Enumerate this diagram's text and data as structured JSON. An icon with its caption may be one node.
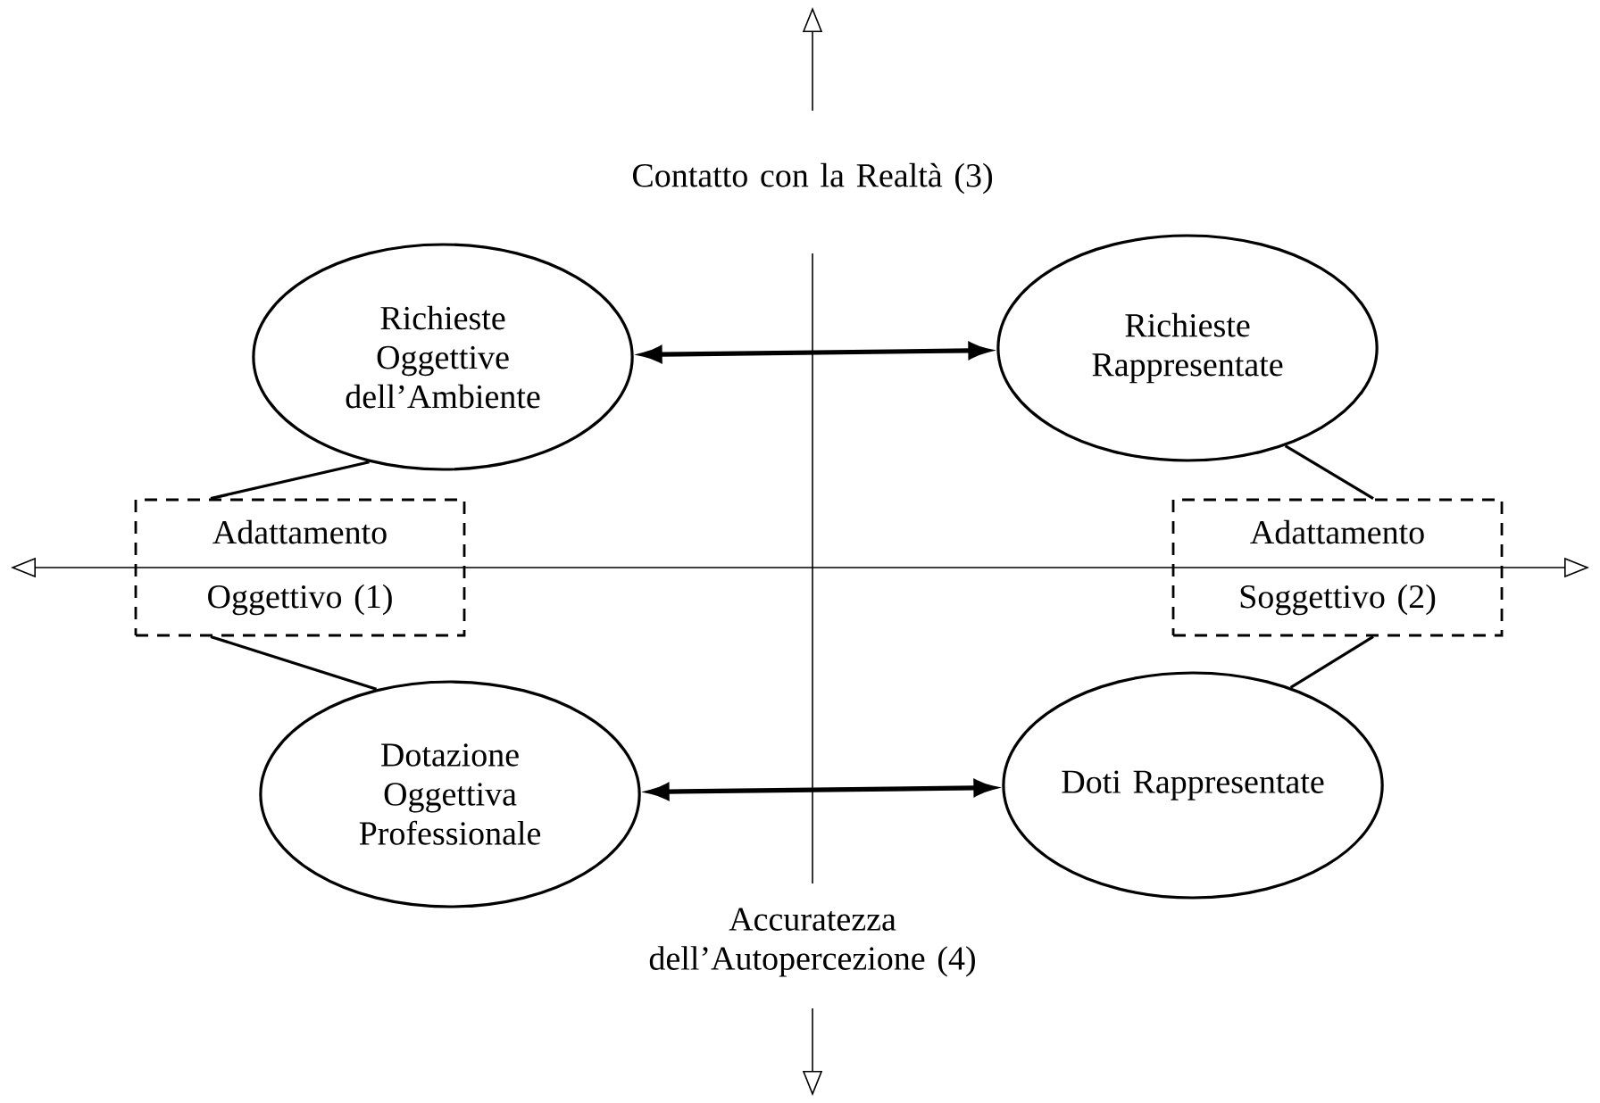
{
  "diagram": {
    "nodes": [
      {
        "text": [
          "Richieste Oggettive dell’Ambiente"
        ]
      },
      {
        "text": [
          "Richieste Rappresentate"
        ]
      },
      {
        "text": [
          "Adattamento Oggettivo (1)"
        ]
      },
      {
        "text": [
          "Adattamento Soggettivo (2)"
        ]
      },
      {
        "text": [
          "Dotazione Oggettiva Professionale"
        ]
      },
      {
        "text": [
          "Doti Rappresentate"
        ]
      }
    ],
    "edges": [
      {
        "from": 0,
        "to": 1,
        "arrow": "both"
      },
      {
        "from": 4,
        "to": 5,
        "arrow": "both"
      },
      {
        "from": 0,
        "to": 2,
        "arrow": "none"
      },
      {
        "from": 2,
        "to": 4,
        "arrow": "none"
      },
      {
        "from": 1,
        "to": 3,
        "arrow": "none"
      },
      {
        "from": 3,
        "to": 5,
        "arrow": "none"
      }
    ],
    "labels": [
      "Contatto con la Realtà (3)",
      "Accuratezza dell’Autopercezione (4)"
    ]
  }
}
